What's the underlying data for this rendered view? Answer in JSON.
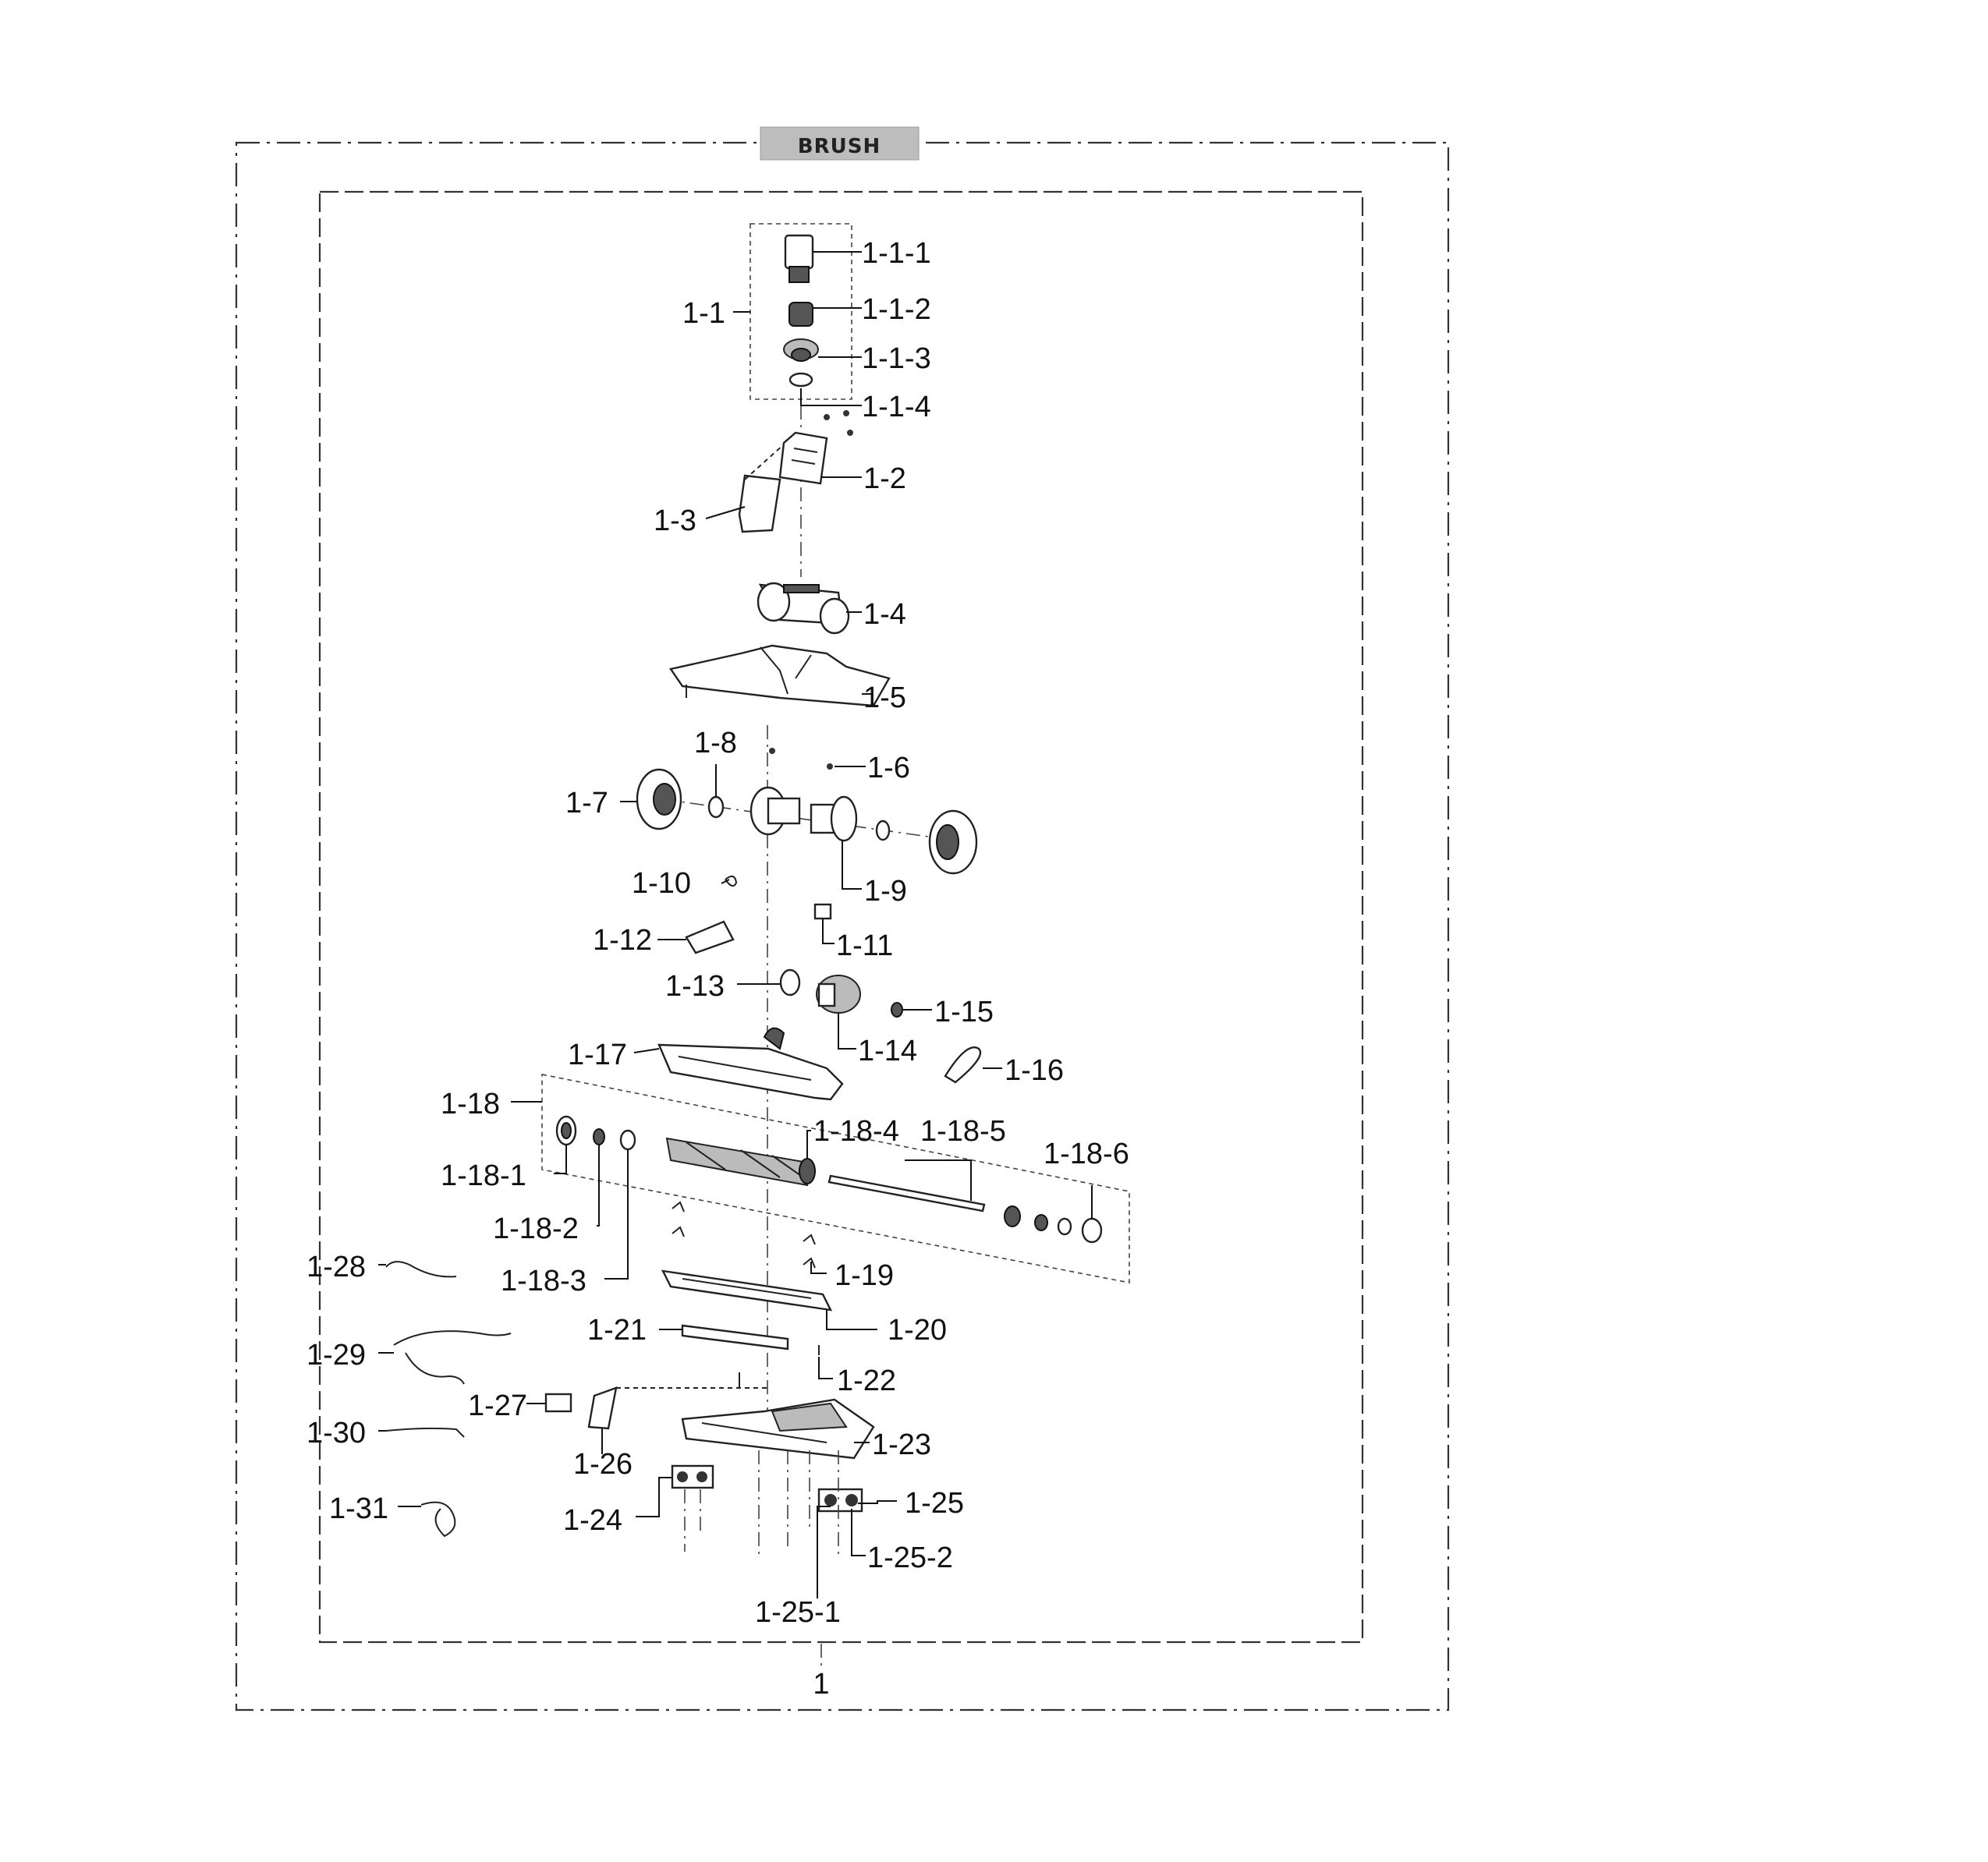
{
  "diagram": {
    "title": "BRUSH",
    "assembly_label": "1",
    "callouts": {
      "c_1_1": "1-1",
      "c_1_1_1": "1-1-1",
      "c_1_1_2": "1-1-2",
      "c_1_1_3": "1-1-3",
      "c_1_1_4": "1-1-4",
      "c_1_2": "1-2",
      "c_1_3": "1-3",
      "c_1_4": "1-4",
      "c_1_5": "1-5",
      "c_1_6": "1-6",
      "c_1_7": "1-7",
      "c_1_8": "1-8",
      "c_1_9": "1-9",
      "c_1_10": "1-10",
      "c_1_11": "1-11",
      "c_1_12": "1-12",
      "c_1_13": "1-13",
      "c_1_14": "1-14",
      "c_1_15": "1-15",
      "c_1_16": "1-16",
      "c_1_17": "1-17",
      "c_1_18": "1-18",
      "c_1_18_1": "1-18-1",
      "c_1_18_2": "1-18-2",
      "c_1_18_3": "1-18-3",
      "c_1_18_4": "1-18-4",
      "c_1_18_5": "1-18-5",
      "c_1_18_6": "1-18-6",
      "c_1_19": "1-19",
      "c_1_20": "1-20",
      "c_1_21": "1-21",
      "c_1_22": "1-22",
      "c_1_23": "1-23",
      "c_1_24": "1-24",
      "c_1_25": "1-25",
      "c_1_25_1": "1-25-1",
      "c_1_25_2": "1-25-2",
      "c_1_26": "1-26",
      "c_1_27": "1-27",
      "c_1_28": "1-28",
      "c_1_29": "1-29",
      "c_1_30": "1-30",
      "c_1_31": "1-31"
    }
  }
}
